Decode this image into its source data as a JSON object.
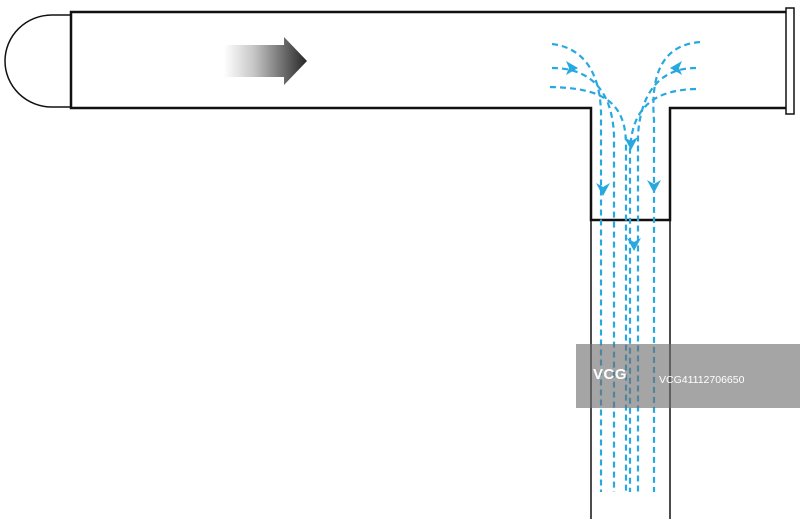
{
  "diagram": {
    "colors": {
      "outline": "#111111",
      "flow_lines": "#29a8e0",
      "arrow_gradient_start": "#ffffff",
      "arrow_gradient_end": "#2a2a2a",
      "watermark_band": "#6e6e6e",
      "watermark_text": "#ffffff"
    },
    "elements": [
      "rounded-end-cap",
      "horizontal-main-pipe",
      "flow-direction-arrow",
      "end-flange",
      "tee-branch-pipe",
      "vertical-outlet-pipe",
      "airflow-streamlines"
    ]
  },
  "watermark": {
    "logo": "VCG",
    "id_text": "VCG41112706650"
  }
}
